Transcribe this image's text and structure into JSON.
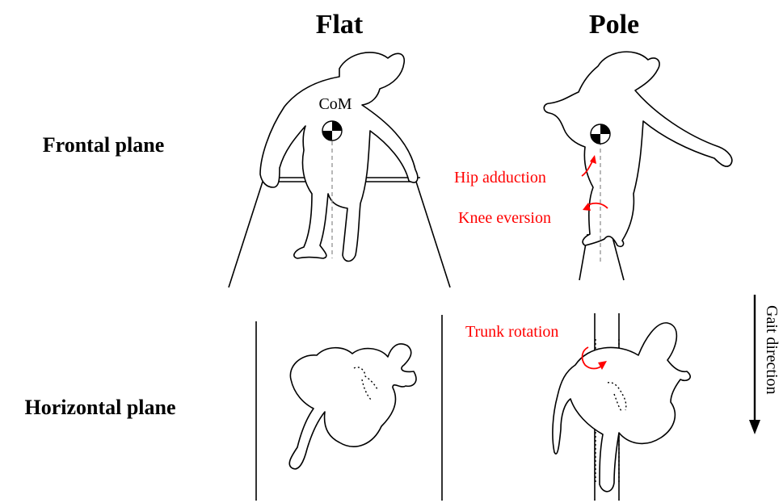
{
  "columns": {
    "flat": "Flat",
    "pole": "Pole"
  },
  "rows": {
    "frontal": "Frontal plane",
    "horizontal": "Horizontal plane"
  },
  "flat_frontal": {
    "com_label": "CoM"
  },
  "pole_frontal": {
    "hip_label": "Hip adduction",
    "knee_label": "Knee eversion"
  },
  "pole_horizontal": {
    "trunk_label": "Trunk rotation"
  },
  "gait": {
    "label": "Gait direction"
  },
  "colors": {
    "annotation": "#ff0000",
    "line": "#000000",
    "dashed_axis": "#999999"
  }
}
